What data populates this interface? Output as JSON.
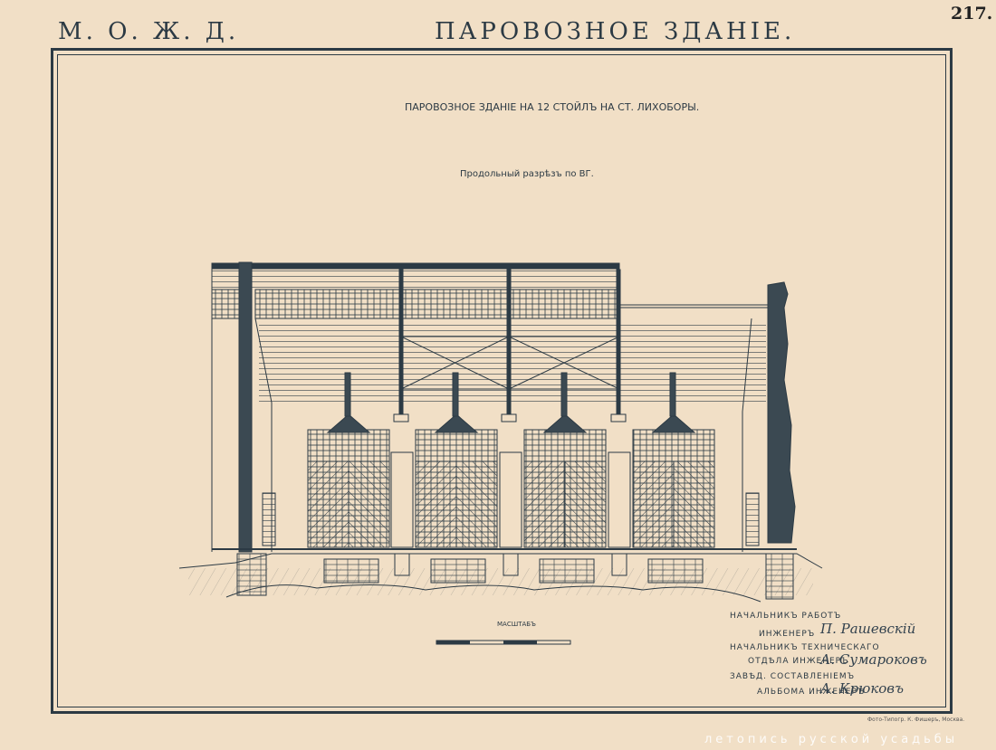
{
  "header": {
    "left": "М. О. Ж. Д.",
    "center": "ПАРОВОЗНОЕ ЗДАНIЕ.",
    "page_number": "217."
  },
  "title": "ПАРОВОЗНОЕ ЗДАНIЕ НА 12 СТОЙЛЪ НА СТ. ЛИХОБОРЫ.",
  "subtitle": "Продольный разрѣзъ по ВГ.",
  "scale": {
    "label": "МАСШТАБЪ"
  },
  "signatures": {
    "line1": "НАЧАЛЬНИКЪ РАБОТЪ",
    "line2": "ИНЖЕНЕРЪ",
    "name1": "П. Рашевскiй",
    "line3": "НАЧАЛЬНИКЪ ТЕХНИЧЕСКАГО",
    "line4": "ОТДѢЛА ИНЖЕНЕРЪ",
    "name2": "А. Сумароковъ",
    "line5": "ЗАВѢД. СОСТАВЛЕНIЕМЪ",
    "line6": "АЛЬБОМА ИНЖЕНЕРЪ",
    "name3": "А. Крюковъ"
  },
  "printer": "Фото-Типогр. К. Фишеръ, Москва.",
  "watermark": "летопись русской усадьбы",
  "colors": {
    "paper": "#f1dfc6",
    "ink": "#2c3a44"
  }
}
